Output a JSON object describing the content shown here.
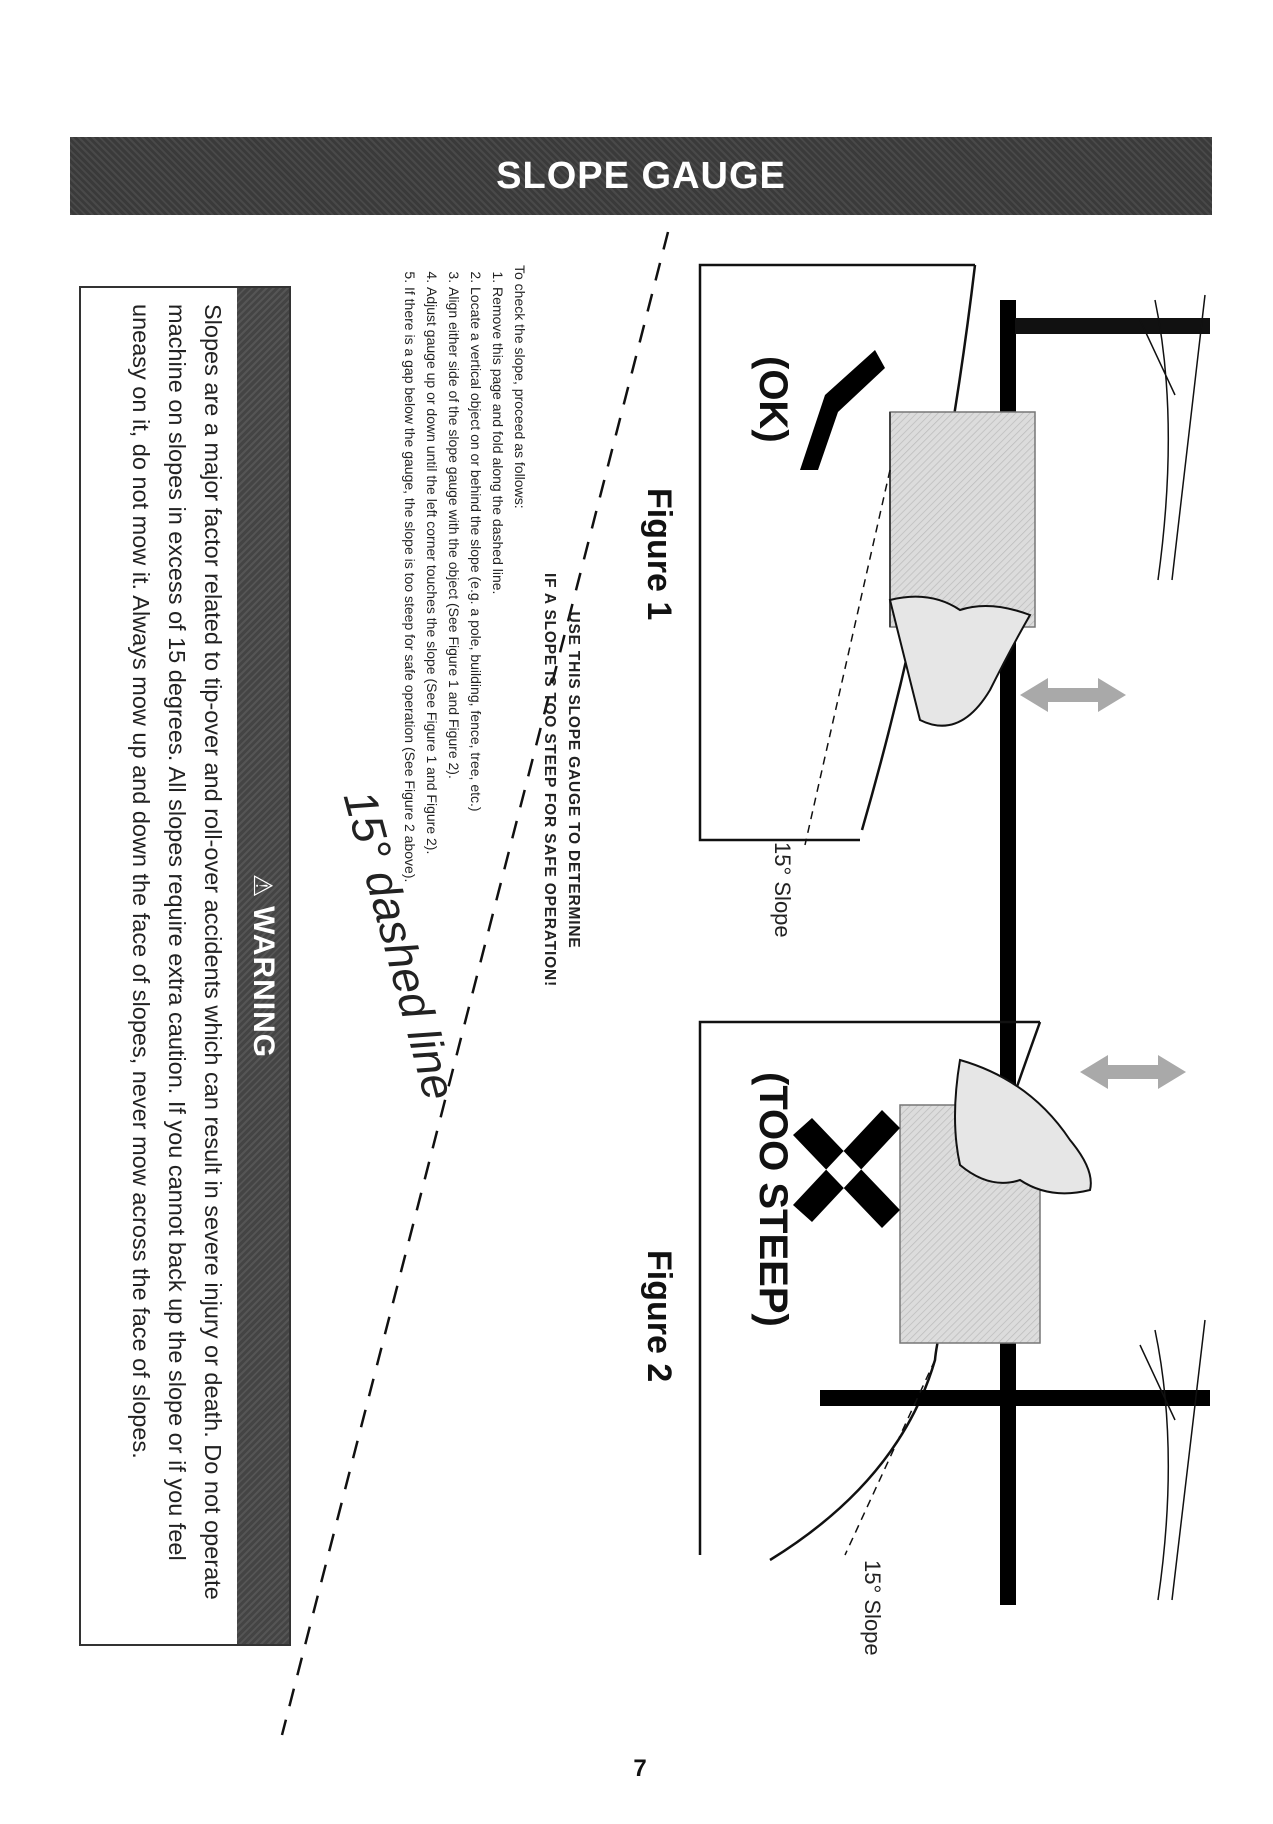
{
  "header": {
    "title": "SLOPE GAUGE"
  },
  "figures": {
    "figure1": {
      "label": "Figure 1",
      "status": "(OK)",
      "slope_label": "15° Slope"
    },
    "figure2": {
      "label": "Figure 2",
      "status": "(TOO STEEP)",
      "slope_label": "15° Slope"
    }
  },
  "gauge_line_label": "15° dashed line",
  "instructions": {
    "heading_line1": "USE THIS SLOPE GAUGE TO DETERMINE",
    "heading_line2": "IF A SLOPE IS TOO STEEP FOR SAFE OPERATION!",
    "intro": "To check the slope, proceed as follows:",
    "steps": [
      "Remove this page and fold along the dashed line.",
      "Locate a vertical object on or behind the slope (e.g. a pole, building, fence, tree, etc.)",
      "Align either side of the slope gauge with the object (See Figure 1 and Figure 2).",
      "Adjust gauge up or down until the left corner touches the slope (See Figure 1 and Figure 2).",
      "If there is a gap below the gauge, the slope is too steep for safe operation (See Figure 2 above)."
    ]
  },
  "warning": {
    "title": "WARNING",
    "text": "Slopes are a major factor related to tip-over and roll-over accidents which can result in severe injury or death. Do not operate machine on slopes in excess of 15 degrees. All slopes require extra caution. If you cannot back up the slope or if you feel uneasy on it, do not mow it. Always mow up and down the face of slopes, never mow across the face of slopes."
  },
  "page_number": "7",
  "colors": {
    "header_bg": "#3a3a3a",
    "ink": "#111111",
    "gauge_fill": "#d9d9d9",
    "arrow": "#a9a9a9"
  }
}
